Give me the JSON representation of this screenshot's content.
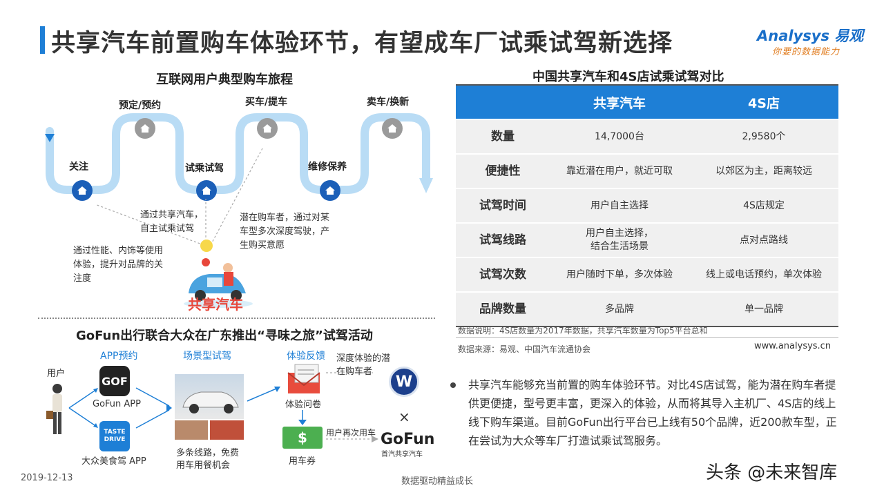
{
  "header": {
    "title": "共享汽车前置购车体验环节，有望成车厂试乘试驾新选择",
    "logo_main": "Analysys 易观",
    "logo_sub": "你要的数据能力"
  },
  "journey": {
    "title": "互联网用户典型购车旅程",
    "nodes": {
      "focus": "关注",
      "reserve": "预定/预约",
      "test_drive": "试乘试驾",
      "buy": "买车/提车",
      "maintain": "维修保养",
      "sell": "卖车/换新"
    },
    "note_left": "通过性能、内饰等使用体验，提升对品牌的关注度",
    "note_mid": "通过共享汽车，自主试乘试驾",
    "note_right": "潜在购车者，通过对某车型多次深度驾驶，产生购买意愿",
    "car_label": "共享汽车"
  },
  "gofun": {
    "title": "GoFun出行联合大众在广东推出“寻味之旅”试驾活动",
    "user_label": "用户",
    "app_booking": "APP预约",
    "scene_drive": "场景型试驾",
    "feedback": "体验反馈",
    "gofun_app": "GoFun APP",
    "gofun_icon_text": "GOF",
    "taste_drive_icon": "TASTE DRIVE",
    "taste_app": "大众美食驾 APP",
    "scene_caption": "多条线路，免费用车用餐机会",
    "survey": "体验问卷",
    "coupon": "用车券",
    "deep_user": "深度体验的潜在购车者",
    "reuse": "用户再次用车",
    "times": "×",
    "gofun_brand": "GoFun",
    "gofun_brand_sub": "首汽共享汽车"
  },
  "table": {
    "title": "中国共享汽车和4S店试乘试驾对比",
    "headers": [
      "",
      "共享汽车",
      "4S店"
    ],
    "rows": [
      [
        "数量",
        "14,7000台",
        "2,9580个"
      ],
      [
        "便捷性",
        "靠近潜在用户，就近可取",
        "以郊区为主，距离较远"
      ],
      [
        "试驾时间",
        "用户自主选择",
        "4S店规定"
      ],
      [
        "试驾线路",
        "用户自主选择，\n结合生活场景",
        "点对点路线"
      ],
      [
        "试驾次数",
        "用户随时下单，多次体验",
        "线上或电话预约，单次体验"
      ],
      [
        "品牌数量",
        "多品牌",
        "单一品牌"
      ]
    ],
    "note": "数据说明：4S店数量为2017年数据，共享汽车数量为Top5平台总和",
    "source": "数据来源：易观、中国汽车流通协会",
    "website": "www.analysys.cn"
  },
  "bullet": "共享汽车能够充当前置的购车体验环节。对比4S店试驾，能为潜在购车者提供更便捷，型号更丰富，更深入的体验，从而将其导入主机厂、4S店的线上线下购车渠道。目前GoFun出行平台已上线有50个品牌，近200款车型，正在尝试为大众等车厂打造试乘试驾服务。",
  "footer": {
    "date": "2019-12-13",
    "center": "数据驱动精益成长",
    "watermark": "头条 @未来智库"
  },
  "colors": {
    "accent": "#1e7fd6",
    "wave": "#b9dcf5",
    "pin": "#1b5fb8"
  }
}
